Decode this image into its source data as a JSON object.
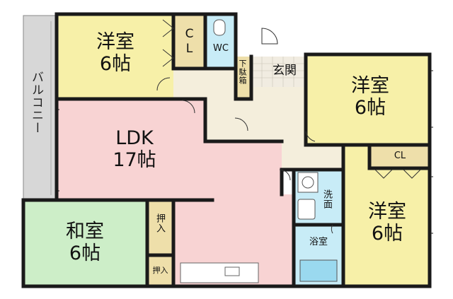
{
  "rooms": {
    "western_nw": {
      "line1": "洋室",
      "line2": "6帖"
    },
    "closet_nw": {
      "line1": "C",
      "line2": "L"
    },
    "wc": {
      "label": "WC"
    },
    "shoe_box": {
      "label": "下駄箱"
    },
    "entrance": {
      "label": "玄関"
    },
    "western_ne": {
      "line1": "洋室",
      "line2": "6帖"
    },
    "ldk": {
      "line1": "LDK",
      "line2": "17帖"
    },
    "closet_e": {
      "label": "CL"
    },
    "washroom": {
      "label": "洗面"
    },
    "western_se": {
      "line1": "洋室",
      "line2": "6帖"
    },
    "japanese": {
      "line1": "和室",
      "line2": "6帖"
    },
    "oshiire_1": {
      "label": "押入"
    },
    "oshiire_2": {
      "label": "押入"
    },
    "bathroom": {
      "label": "浴室"
    },
    "balcony": {
      "label": "バルコニー"
    }
  },
  "colors": {
    "western": "#f7f0a8",
    "ldk": "#f8d3d3",
    "hall": "#f4eedc",
    "closet": "#eedfaa",
    "wet_area": "#c8ecf7",
    "japanese": "#cdeec8",
    "balcony": "#d7d7d7",
    "wall": "#1a1a1a"
  }
}
